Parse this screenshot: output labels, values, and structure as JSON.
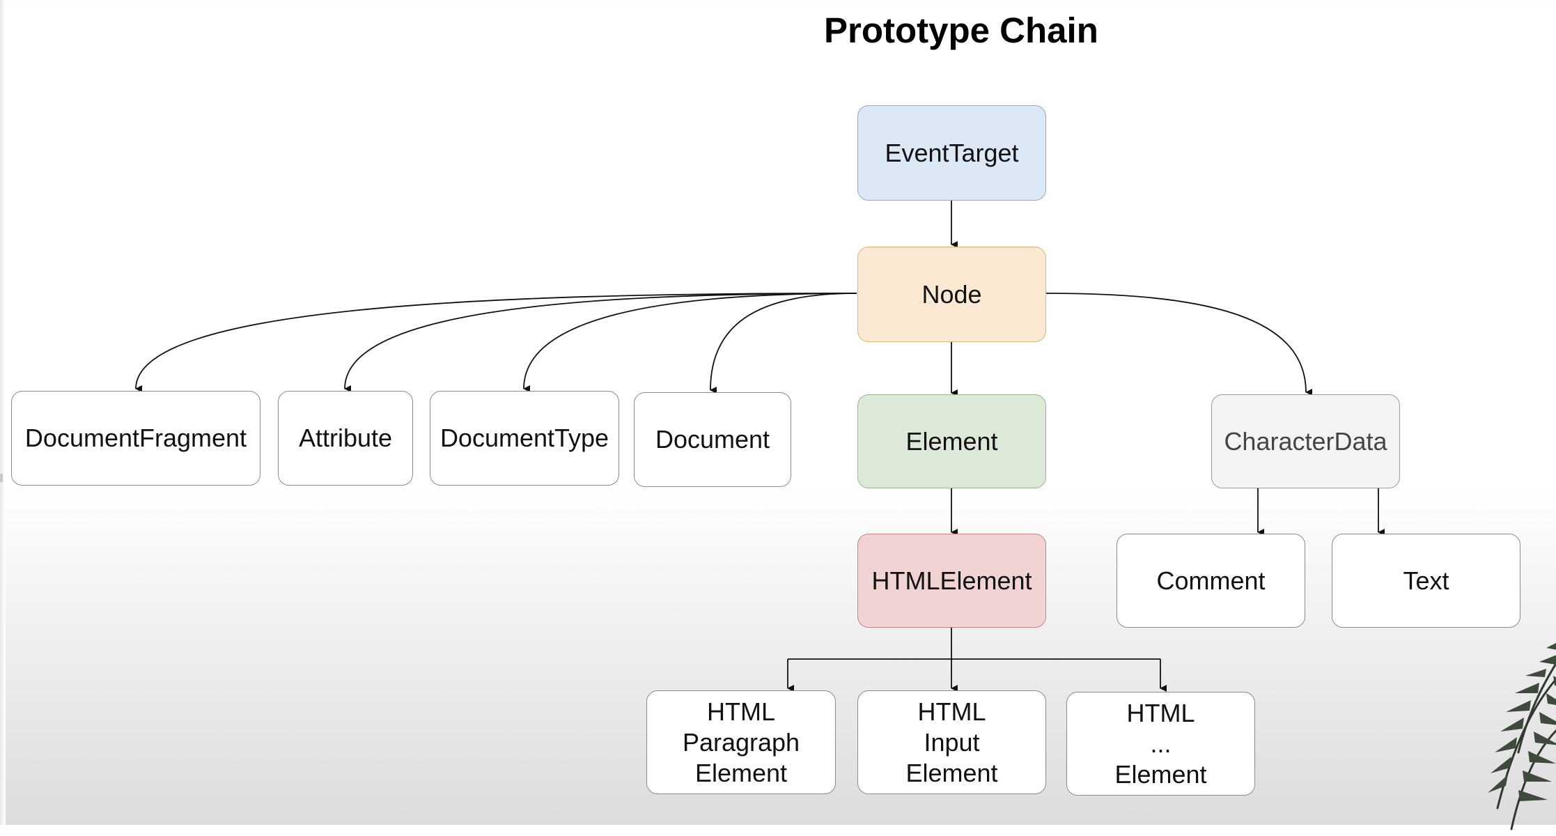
{
  "title": "Prototype Chain",
  "nodes": {
    "event_target": "EventTarget",
    "node": "Node",
    "document_fragment": "DocumentFragment",
    "attribute": "Attribute",
    "document_type": "DocumentType",
    "document": "Document",
    "element": "Element",
    "character_data": "CharacterData",
    "html_element": "HTMLElement",
    "comment": "Comment",
    "text": "Text",
    "html_paragraph_element": "HTML\nParagraph\nElement",
    "html_input_element": "HTML\nInput\nElement",
    "html_other_element": "HTML\n...\nElement"
  },
  "colors": {
    "event_target": "#dde8f7",
    "node": "#fbe9d3",
    "element": "#dde9d8",
    "html_element": "#f1d3d3",
    "character_data": "#f4f4f4"
  }
}
